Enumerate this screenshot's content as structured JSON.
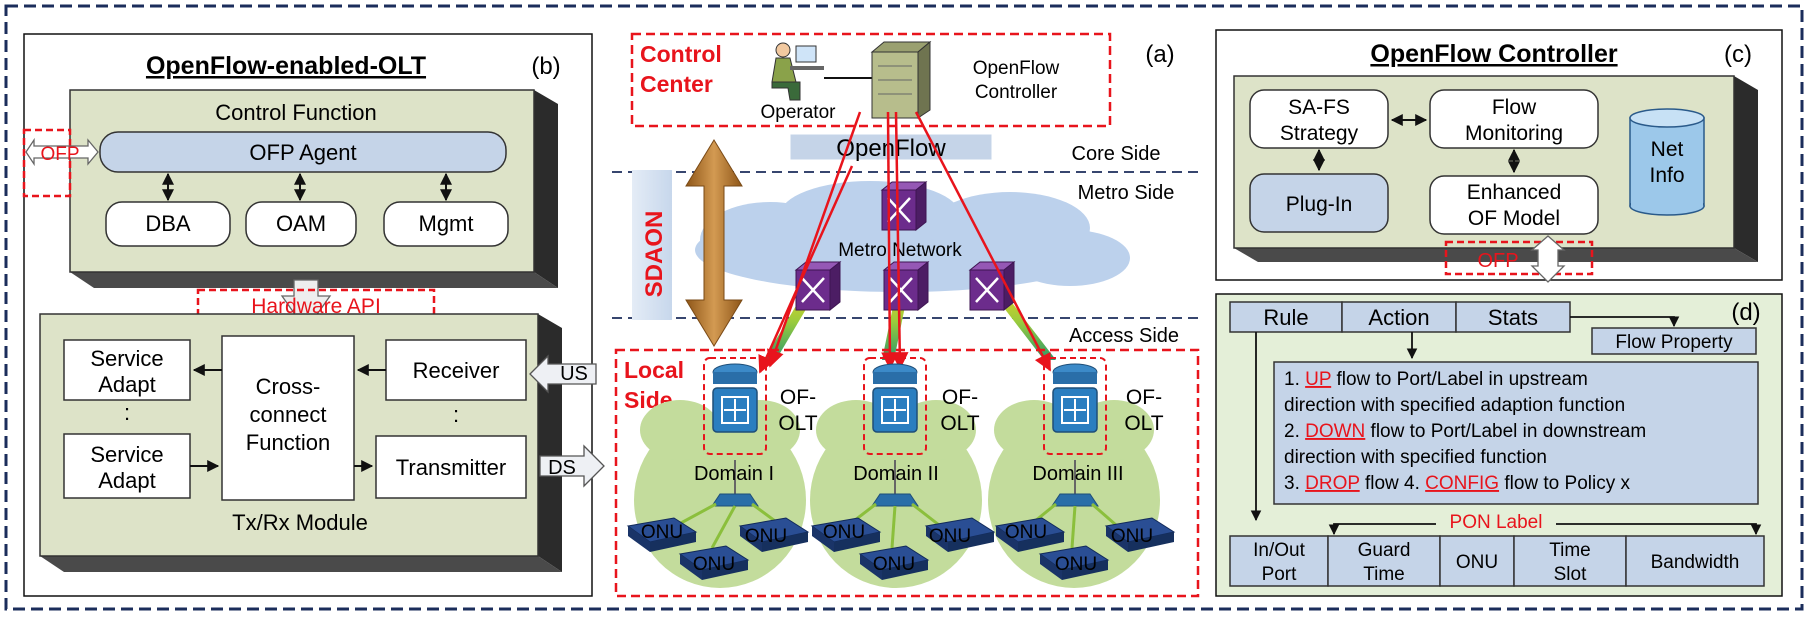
{
  "colors": {
    "red": "#e8141c",
    "navy": "#1b2d5b",
    "panel_green": "#dde3c8",
    "node_blue": "#c5d4e8",
    "cloud_blue": "#bcd1ec",
    "domain_green": "#c3dc9c",
    "arrow_brown": "#b7782d",
    "switch_purple": "#6c2c8c"
  },
  "panel_b": {
    "title": "OpenFlow-enabled-OLT",
    "tag": "(b)",
    "control_function": "Control Function",
    "ofp_agent": "OFP Agent",
    "ofp_side": "OFP",
    "modules": [
      "DBA",
      "OAM",
      "Mgmt"
    ],
    "hardware_api": "Hardware API",
    "service_adapt_1": [
      "Service",
      "Adapt"
    ],
    "service_adapt_2": [
      "Service",
      "Adapt"
    ],
    "cross_connect": [
      "Cross-",
      "connect",
      "Function"
    ],
    "receiver": "Receiver",
    "transmitter": "Transmitter",
    "txrx": "Tx/Rx Module",
    "us": "US",
    "ds": "DS",
    "dots": ":"
  },
  "panel_a": {
    "tag": "(a)",
    "control_center": [
      "Control",
      "Center"
    ],
    "operator": "Operator",
    "controller": [
      "OpenFlow",
      "Controller"
    ],
    "openflow": "OpenFlow",
    "core_side": "Core Side",
    "metro_side": "Metro Side",
    "metro_network": "Metro Network",
    "access_side": "Access Side",
    "sdaon": "SDAON",
    "local_side": [
      "Local",
      "Side"
    ],
    "of_olt": [
      "OF-",
      "OLT"
    ],
    "domains": [
      "Domain I",
      "Domain II",
      "Domain III"
    ],
    "onu": "ONU"
  },
  "panel_c": {
    "title": "OpenFlow Controller",
    "tag": "(c)",
    "sa_fs": [
      "SA-FS",
      "Strategy"
    ],
    "flow_monitoring": [
      "Flow",
      "Monitoring"
    ],
    "net_info": [
      "Net",
      "Info"
    ],
    "plug_in": "Plug-In",
    "enhanced": [
      "Enhanced",
      "OF Model"
    ],
    "ofp": "OFP"
  },
  "panel_d": {
    "tag": "(d)",
    "rule": "Rule",
    "action": "Action",
    "stats": "Stats",
    "flow_property": "Flow Property",
    "actions": [
      {
        "num": "1. ",
        "key": "UP",
        "rest": " flow to Port/Label in upstream"
      },
      {
        "text": "direction with specified adaption function"
      },
      {
        "num": "2. ",
        "key": "DOWN",
        "rest": " flow to Port/Label in downstream"
      },
      {
        "text": "direction with specified function"
      },
      {
        "num": "3. ",
        "key": "DROP",
        "rest": " flow  4. ",
        "key2": "CONFIG",
        "rest2": " flow to Policy x"
      }
    ],
    "pon_label": "PON Label",
    "fields": [
      [
        "In/Out",
        "Port"
      ],
      [
        "Guard",
        "Time"
      ],
      [
        "ONU"
      ],
      [
        "Time",
        "Slot"
      ],
      [
        "Bandwidth"
      ]
    ]
  }
}
